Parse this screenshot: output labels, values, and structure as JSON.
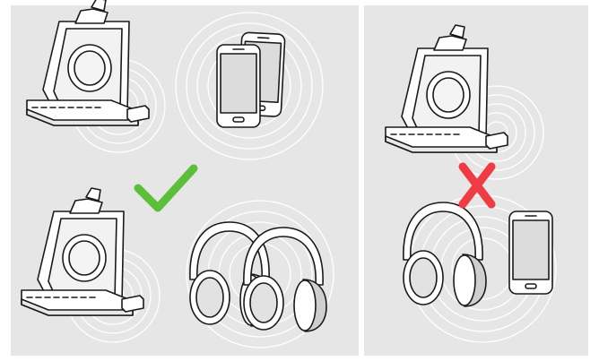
{
  "figure": {
    "background": "#ffffff",
    "panel_fill": "#e6e6e6",
    "panels": [
      {
        "id": "allowed",
        "status": "check",
        "status_color": "#5bbf3a",
        "scenes": [
          {
            "base": "headset-base-station",
            "partner_devices": [
              "smartphone",
              "smartphone"
            ]
          },
          {
            "base": "headset-base-station",
            "partner_devices": [
              "bluetooth-headphones",
              "bluetooth-headphones"
            ]
          }
        ]
      },
      {
        "id": "not-allowed",
        "status": "cross",
        "status_color": "#ee3b44",
        "scenes": [
          {
            "base": "headset-base-station",
            "partner_devices": [
              "bluetooth-headphones",
              "smartphone"
            ]
          }
        ]
      }
    ]
  }
}
